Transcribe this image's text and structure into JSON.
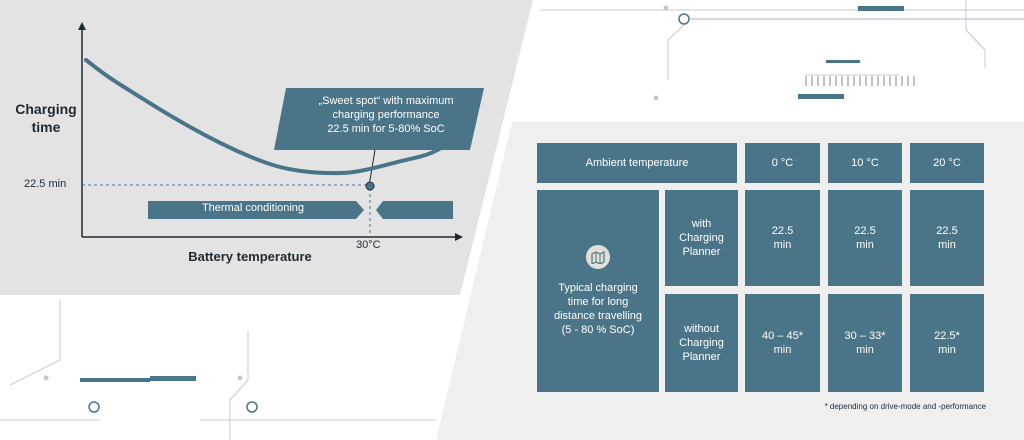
{
  "chart_data": {
    "type": "line",
    "xlabel": "Battery temperature",
    "ylabel": "Charging time",
    "x_ticks": [
      "30°C"
    ],
    "y_ticks": [
      "22.5 min"
    ],
    "series": [
      {
        "points": [
          [
            0.0,
            1.0
          ],
          [
            0.06,
            0.87
          ],
          [
            0.14,
            0.73
          ],
          [
            0.22,
            0.59
          ],
          [
            0.32,
            0.43
          ],
          [
            0.42,
            0.29
          ],
          [
            0.52,
            0.18
          ],
          [
            0.6,
            0.14
          ],
          [
            0.66,
            0.13
          ],
          [
            0.72,
            0.13
          ],
          [
            0.78,
            0.16
          ],
          [
            0.86,
            0.22
          ],
          [
            0.94,
            0.27
          ],
          [
            0.98,
            0.33
          ]
        ]
      }
    ],
    "annotations": {
      "sweet_spot": "„Sweet spot“ with maximum charging performance 22.5 min for 5-80% SoC",
      "sweet_spot_lines": [
        "„Sweet spot“ with maximum",
        "charging performance",
        "22.5 min for 5-80% SoC"
      ],
      "thermal_conditioning": "Thermal conditioning"
    },
    "grid": false
  },
  "table": {
    "header": {
      "label": "Ambient temperature",
      "temps": [
        "0 °C",
        "10 °C",
        "20 °C"
      ]
    },
    "row_label": "Typical charging\ntime for long\ndistance travelling\n(5 - 80 % SoC)",
    "rows": [
      {
        "label": "with\nCharging\nPlanner",
        "values": [
          "22.5\nmin",
          "22.5\nmin",
          "22.5\nmin"
        ]
      },
      {
        "label": "without\nCharging\nPlanner",
        "values": [
          "40 – 45*\nmin",
          "30 – 33*\nmin",
          "22.5*\nmin"
        ]
      }
    ],
    "footnote": "* depending on drive-mode and -performance",
    "icon": "map-planner-icon"
  },
  "colors": {
    "accent": "#4a7588",
    "panel": "#e3e3e3",
    "table_panel": "#f0f0f0",
    "text": "#1d2a33",
    "circuit": "#c8c8c8"
  }
}
